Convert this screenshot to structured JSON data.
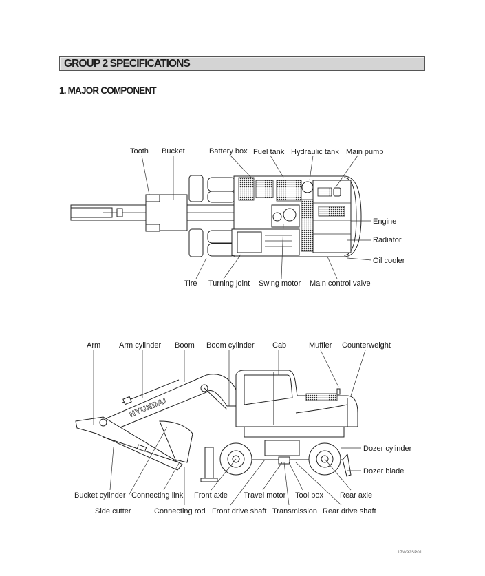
{
  "header": {
    "group_title": "GROUP  2  SPECIFICATIONS",
    "section_title": "1. MAJOR COMPONENT"
  },
  "top_view": {
    "labels": {
      "tooth": "Tooth",
      "bucket": "Bucket",
      "battery_box": "Battery box",
      "fuel_tank": "Fuel tank",
      "hydraulic_tank": "Hydraulic tank",
      "main_pump": "Main pump",
      "engine": "Engine",
      "radiator": "Radiator",
      "oil_cooler": "Oil cooler",
      "tire": "Tire",
      "turning_joint": "Turning joint",
      "swing_motor": "Swing motor",
      "main_control_valve": "Main control valve"
    }
  },
  "side_view": {
    "brand_mark": "HYUNDAI",
    "labels": {
      "arm": "Arm",
      "arm_cylinder": "Arm cylinder",
      "boom": "Boom",
      "boom_cylinder": "Boom cylinder",
      "cab": "Cab",
      "muffler": "Muffler",
      "counterweight": "Counterweight",
      "dozer_cylinder": "Dozer cylinder",
      "dozer_blade": "Dozer blade",
      "bucket_cylinder": "Bucket cylinder",
      "connecting_link": "Connecting link",
      "front_axle": "Front axle",
      "travel_motor": "Travel motor",
      "tool_box": "Tool box",
      "rear_axle": "Rear axle",
      "side_cutter": "Side cutter",
      "connecting_rod": "Connecting rod",
      "front_drive_shaft": "Front drive shaft",
      "transmission": "Transmission",
      "rear_drive_shaft": "Rear drive shaft"
    }
  },
  "footer": {
    "figure_code": "17W92SP01"
  }
}
